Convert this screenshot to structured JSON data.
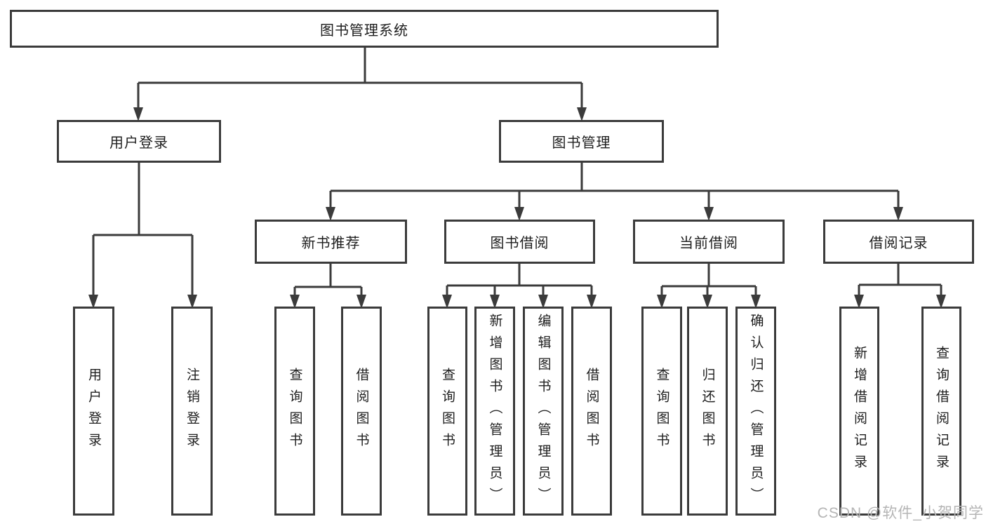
{
  "diagram": {
    "root": "图书管理系统",
    "level2": [
      "用户登录",
      "图书管理"
    ],
    "level3": [
      "新书推荐",
      "图书借阅",
      "当前借阅",
      "借阅记录"
    ],
    "leaves": {
      "user_login": [
        "用户登录",
        "注销登录"
      ],
      "new_book_recommend": [
        "查询图书",
        "借阅图书"
      ],
      "book_borrowing": [
        "查询图书",
        "新增图书（管理员）",
        "编辑图书（管理员）",
        "借阅图书"
      ],
      "current_borrowing": [
        "查询图书",
        "归还图书",
        "确认归还（管理员）"
      ],
      "borrowing_records": [
        "新增借阅记录",
        "查询借阅记录"
      ]
    }
  },
  "watermark": "CSDN @软件_小贺同学",
  "colors": {
    "line": "#3b3b3b",
    "text": "#1e1e1e",
    "watermark": "#b5b5b5"
  }
}
